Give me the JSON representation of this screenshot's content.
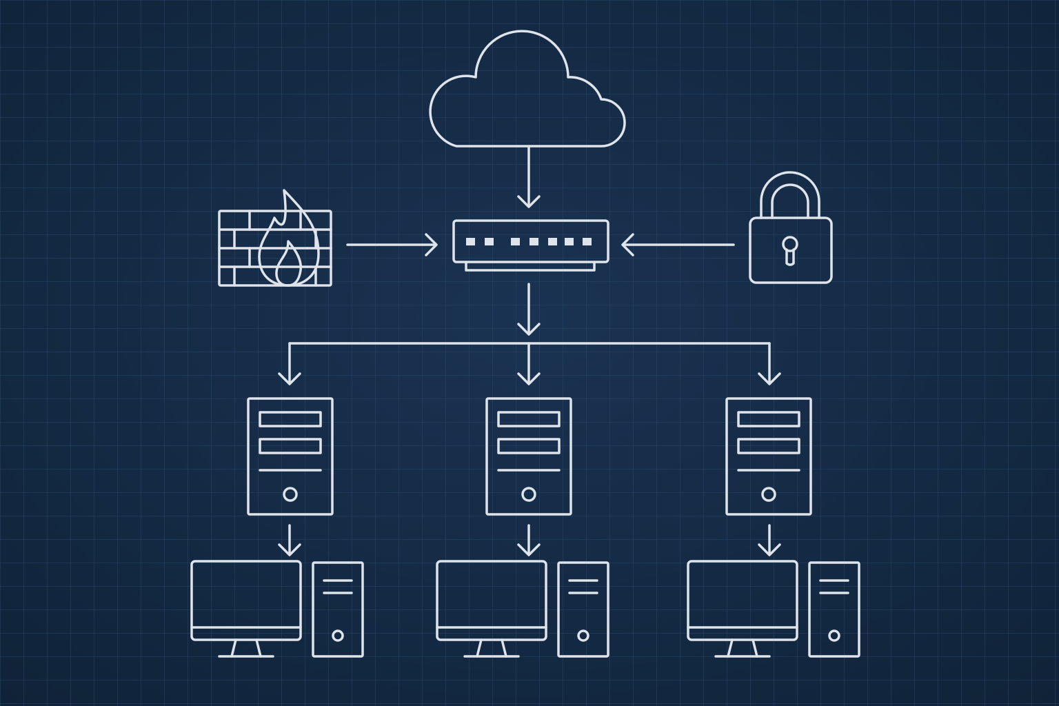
{
  "diagram": {
    "background_color": "#1a3352",
    "background_vignette_color": "#0f2238",
    "grid_color": "#2a4668",
    "line_color": "#dfe4ea",
    "nodes": [
      {
        "id": "cloud",
        "icon": "cloud-icon"
      },
      {
        "id": "firewall",
        "icon": "firewall-icon"
      },
      {
        "id": "switch",
        "icon": "network-switch-icon"
      },
      {
        "id": "lock",
        "icon": "padlock-icon"
      },
      {
        "id": "server-1",
        "icon": "server-icon"
      },
      {
        "id": "server-2",
        "icon": "server-icon"
      },
      {
        "id": "server-3",
        "icon": "server-icon"
      },
      {
        "id": "workstation-1",
        "icon": "desktop-computer-icon"
      },
      {
        "id": "workstation-2",
        "icon": "desktop-computer-icon"
      },
      {
        "id": "workstation-3",
        "icon": "desktop-computer-icon"
      }
    ],
    "edges": [
      {
        "from": "cloud",
        "to": "switch"
      },
      {
        "from": "firewall",
        "to": "switch"
      },
      {
        "from": "lock",
        "to": "switch"
      },
      {
        "from": "switch",
        "to": "server-1"
      },
      {
        "from": "switch",
        "to": "server-2"
      },
      {
        "from": "switch",
        "to": "server-3"
      },
      {
        "from": "server-1",
        "to": "workstation-1"
      },
      {
        "from": "server-2",
        "to": "workstation-2"
      },
      {
        "from": "server-3",
        "to": "workstation-3"
      }
    ]
  }
}
